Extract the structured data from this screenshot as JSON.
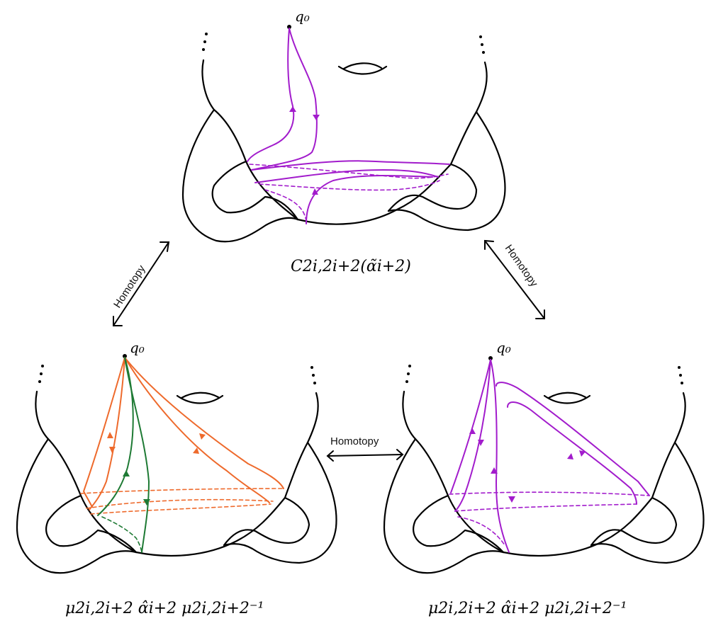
{
  "diagram": {
    "base_point": "q₀",
    "top_caption": "C2i,2i+2(α̃i+2)",
    "bottom_left_caption": "μ2i,2i+2 α̂i+2 μ2i,2i+2⁻¹",
    "bottom_right_caption": "μ2i,2i+2 α̂i+2 μ2i,2i+2⁻¹",
    "arrow_left_label": "Homotopy",
    "arrow_right_label": "Homotopy",
    "arrow_middle_label": "Homotopy",
    "colors": {
      "top_curve": "#a21ccc",
      "left_orange": "#ee6a2c",
      "left_green": "#1e7a34",
      "right_curve": "#a21ccc"
    }
  }
}
